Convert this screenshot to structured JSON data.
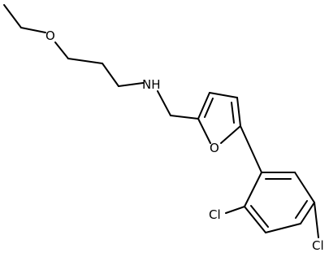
{
  "molecule": {
    "atoms": {
      "O_ether": "O",
      "NH": "NH",
      "O_furan": "O",
      "Cl_ortho": "Cl",
      "Cl_para": "Cl"
    },
    "colors": {
      "bond": "#000000",
      "label": "#000000",
      "background": "#ffffff"
    }
  }
}
